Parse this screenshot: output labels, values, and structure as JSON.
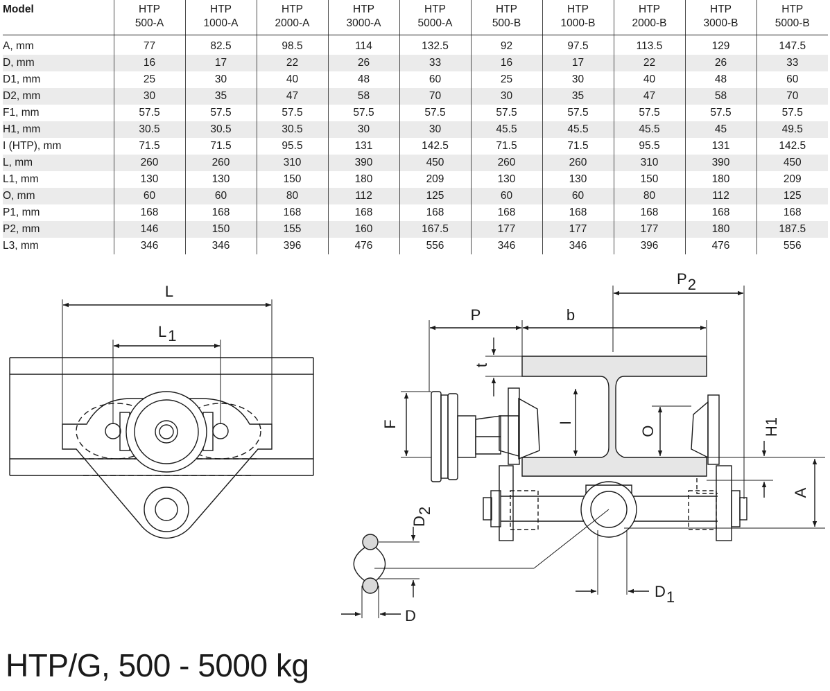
{
  "table": {
    "corner_label": "Model",
    "columns": [
      [
        "HTP",
        "500-A"
      ],
      [
        "HTP",
        "1000-A"
      ],
      [
        "HTP",
        "2000-A"
      ],
      [
        "HTP",
        "3000-A"
      ],
      [
        "HTP",
        "5000-A"
      ],
      [
        "HTP",
        "500-B"
      ],
      [
        "HTP",
        "1000-B"
      ],
      [
        "HTP",
        "2000-B"
      ],
      [
        "HTP",
        "3000-B"
      ],
      [
        "HTP",
        "5000-B"
      ]
    ],
    "rows": [
      {
        "label": "A, mm",
        "values": [
          "77",
          "82.5",
          "98.5",
          "114",
          "132.5",
          "92",
          "97.5",
          "113.5",
          "129",
          "147.5"
        ]
      },
      {
        "label": "D, mm",
        "values": [
          "16",
          "17",
          "22",
          "26",
          "33",
          "16",
          "17",
          "22",
          "26",
          "33"
        ]
      },
      {
        "label": "D1, mm",
        "values": [
          "25",
          "30",
          "40",
          "48",
          "60",
          "25",
          "30",
          "40",
          "48",
          "60"
        ]
      },
      {
        "label": "D2, mm",
        "values": [
          "30",
          "35",
          "47",
          "58",
          "70",
          "30",
          "35",
          "47",
          "58",
          "70"
        ]
      },
      {
        "label": "F1, mm",
        "values": [
          "57.5",
          "57.5",
          "57.5",
          "57.5",
          "57.5",
          "57.5",
          "57.5",
          "57.5",
          "57.5",
          "57.5"
        ]
      },
      {
        "label": "H1, mm",
        "values": [
          "30.5",
          "30.5",
          "30.5",
          "30",
          "30",
          "45.5",
          "45.5",
          "45.5",
          "45",
          "49.5"
        ]
      },
      {
        "label": "I (HTP), mm",
        "values": [
          "71.5",
          "71.5",
          "95.5",
          "131",
          "142.5",
          "71.5",
          "71.5",
          "95.5",
          "131",
          "142.5"
        ]
      },
      {
        "label": "L, mm",
        "values": [
          "260",
          "260",
          "310",
          "390",
          "450",
          "260",
          "260",
          "310",
          "390",
          "450"
        ]
      },
      {
        "label": "L1, mm",
        "values": [
          "130",
          "130",
          "150",
          "180",
          "209",
          "130",
          "130",
          "150",
          "180",
          "209"
        ]
      },
      {
        "label": "O, mm",
        "values": [
          "60",
          "60",
          "80",
          "112",
          "125",
          "60",
          "60",
          "80",
          "112",
          "125"
        ]
      },
      {
        "label": "P1, mm",
        "values": [
          "168",
          "168",
          "168",
          "168",
          "168",
          "168",
          "168",
          "168",
          "168",
          "168"
        ]
      },
      {
        "label": "P2, mm",
        "values": [
          "146",
          "150",
          "155",
          "160",
          "167.5",
          "177",
          "177",
          "177",
          "180",
          "187.5"
        ]
      },
      {
        "label": "L3, mm",
        "values": [
          "346",
          "346",
          "396",
          "476",
          "556",
          "346",
          "346",
          "396",
          "476",
          "556"
        ]
      }
    ]
  },
  "drawing": {
    "labels": {
      "L": "L",
      "L1_main": "L",
      "L1_sub": "1",
      "P": "P",
      "b": "b",
      "P2_main": "P",
      "P2_sub": "2",
      "t": "t",
      "F": "F",
      "I": "I",
      "O": "O",
      "H1": "H1",
      "A": "A",
      "D2_main": "D",
      "D2_sub": "2",
      "D": "D",
      "D1_main": "D",
      "D1_sub": "1"
    }
  },
  "title": "HTP/G, 500 - 5000 kg"
}
